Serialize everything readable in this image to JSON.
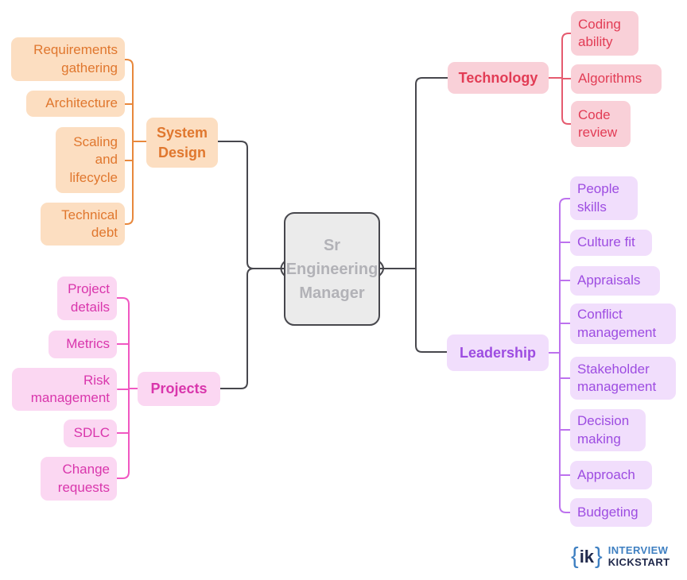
{
  "center": {
    "label": "Sr Engineering Manager",
    "fill": "#ebebeb",
    "border_color": "#47474d",
    "text_color": "#b2b2b7"
  },
  "connector_color": "#47474d",
  "branches": [
    {
      "id": "system-design",
      "label": "System Design",
      "side": "left",
      "fill": "#fcdec1",
      "text_color": "#e0772e",
      "line_color": "#e8883c",
      "children": [
        {
          "label": "Requirements gathering"
        },
        {
          "label": "Architecture"
        },
        {
          "label": "Scaling and lifecycle"
        },
        {
          "label": "Technical debt"
        }
      ]
    },
    {
      "id": "technology",
      "label": "Technology",
      "side": "right",
      "fill": "#f9d0d8",
      "text_color": "#e23c55",
      "line_color": "#e55b6f",
      "children": [
        {
          "label": "Coding ability"
        },
        {
          "label": "Algorithms"
        },
        {
          "label": "Code review"
        }
      ]
    },
    {
      "id": "projects",
      "label": "Projects",
      "side": "left",
      "fill": "#fbd7f2",
      "text_color": "#d936ac",
      "line_color": "#f058c2",
      "children": [
        {
          "label": "Project details"
        },
        {
          "label": "Metrics"
        },
        {
          "label": "Risk management"
        },
        {
          "label": "SDLC"
        },
        {
          "label": "Change requests"
        }
      ]
    },
    {
      "id": "leadership",
      "label": "Leadership",
      "side": "right",
      "fill": "#f1defc",
      "text_color": "#9d4ce1",
      "line_color": "#bd72ee",
      "children": [
        {
          "label": "People skills"
        },
        {
          "label": "Culture fit"
        },
        {
          "label": "Appraisals"
        },
        {
          "label": "Conflict management"
        },
        {
          "label": "Stakeholder management"
        },
        {
          "label": "Decision making"
        },
        {
          "label": "Approach"
        },
        {
          "label": "Budgeting"
        }
      ]
    }
  ],
  "logo": {
    "brace_open": "{",
    "monogram": "ik",
    "brace_close": "}",
    "line1": "INTERVIEW",
    "line2": "KICKSTART",
    "blue": "#3e7fc1",
    "navy": "#20294c"
  }
}
